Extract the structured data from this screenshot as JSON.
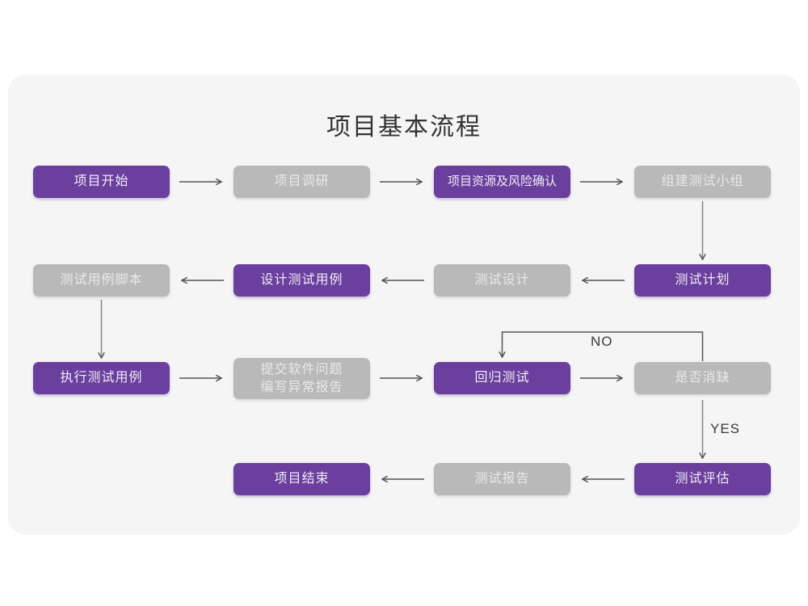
{
  "card": {
    "title": "项目基本流程",
    "background_color": "#f5f5f5",
    "page_background_color": "#ffffff"
  },
  "theme": {
    "accent_purple": "#6b3f9e",
    "muted_gray": "#b9b9b9",
    "purple_text": "#f0ecf5",
    "gray_text": "#e9e9e9",
    "connector_color": "#555555",
    "title_color": "#333333"
  },
  "nodes": [
    {
      "id": "n1",
      "label": "项目开始",
      "style": "purple",
      "row": 1
    },
    {
      "id": "n2",
      "label": "项目调研",
      "style": "gray",
      "row": 1
    },
    {
      "id": "n3",
      "label": "项目资源及风险确认",
      "style": "purple",
      "row": 1
    },
    {
      "id": "n4",
      "label": "组建测试小组",
      "style": "gray",
      "row": 1
    },
    {
      "id": "n5",
      "label": "测试用例脚本",
      "style": "gray",
      "row": 2
    },
    {
      "id": "n6",
      "label": "设计测试用例",
      "style": "purple",
      "row": 2
    },
    {
      "id": "n7",
      "label": "测试设计",
      "style": "gray",
      "row": 2
    },
    {
      "id": "n8",
      "label": "测试计划",
      "style": "purple",
      "row": 2
    },
    {
      "id": "n9",
      "label": "执行测试用例",
      "style": "purple",
      "row": 3
    },
    {
      "id": "n10",
      "label": "提交软件问题\n编写异常报告",
      "style": "gray",
      "row": 3
    },
    {
      "id": "n11",
      "label": "回归测试",
      "style": "purple",
      "row": 3
    },
    {
      "id": "n12",
      "label": "是否消缺",
      "style": "gray",
      "row": 3
    },
    {
      "id": "n13",
      "label": "项目结束",
      "style": "purple",
      "row": 4
    },
    {
      "id": "n14",
      "label": "测试报告",
      "style": "gray",
      "row": 4
    },
    {
      "id": "n15",
      "label": "测试评估",
      "style": "purple",
      "row": 4
    }
  ],
  "branch_labels": {
    "no": "NO",
    "yes": "YES"
  },
  "chart_data": {
    "type": "diagram",
    "title": "项目基本流程",
    "node_labels": [
      "项目开始",
      "项目调研",
      "项目资源及风险确认",
      "组建测试小组",
      "测试用例脚本",
      "设计测试用例",
      "测试设计",
      "测试计划",
      "执行测试用例",
      "提交软件问题\n编写异常报告",
      "回归测试",
      "是否消缺",
      "项目结束",
      "测试报告",
      "测试评估"
    ],
    "edges": [
      {
        "from": "项目开始",
        "to": "项目调研",
        "label": "",
        "direction": "right"
      },
      {
        "from": "项目调研",
        "to": "项目资源及风险确认",
        "label": "",
        "direction": "right"
      },
      {
        "from": "项目资源及风险确认",
        "to": "组建测试小组",
        "label": "",
        "direction": "right"
      },
      {
        "from": "组建测试小组",
        "to": "测试计划",
        "label": "",
        "direction": "down"
      },
      {
        "from": "测试计划",
        "to": "测试设计",
        "label": "",
        "direction": "left"
      },
      {
        "from": "测试设计",
        "to": "设计测试用例",
        "label": "",
        "direction": "left"
      },
      {
        "from": "设计测试用例",
        "to": "测试用例脚本",
        "label": "",
        "direction": "left"
      },
      {
        "from": "测试用例脚本",
        "to": "执行测试用例",
        "label": "",
        "direction": "down"
      },
      {
        "from": "执行测试用例",
        "to": "提交软件问题\n编写异常报告",
        "label": "",
        "direction": "right"
      },
      {
        "from": "提交软件问题\n编写异常报告",
        "to": "回归测试",
        "label": "",
        "direction": "right"
      },
      {
        "from": "回归测试",
        "to": "是否消缺",
        "label": "",
        "direction": "right"
      },
      {
        "from": "是否消缺",
        "to": "回归测试",
        "label": "NO",
        "direction": "loop-up"
      },
      {
        "from": "是否消缺",
        "to": "测试评估",
        "label": "YES",
        "direction": "down"
      },
      {
        "from": "测试评估",
        "to": "测试报告",
        "label": "",
        "direction": "left"
      },
      {
        "from": "测试报告",
        "to": "项目结束",
        "label": "",
        "direction": "left"
      }
    ]
  }
}
